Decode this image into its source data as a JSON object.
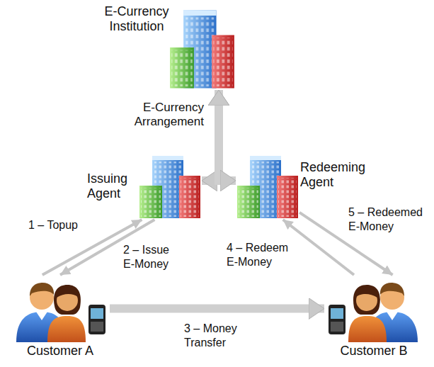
{
  "diagram": {
    "nodes": [
      {
        "text": [
          "E-Currency Institution"
        ]
      },
      {
        "text": [
          "Issuing Agent"
        ]
      },
      {
        "text": [
          "Redeeming Agent"
        ]
      },
      {
        "text": [
          "Customer A"
        ]
      },
      {
        "text": [
          "Customer B"
        ]
      }
    ],
    "edges": [
      {
        "from": 0,
        "to": 1,
        "arrow": "both",
        "label": "E-Currency Arrangement"
      },
      {
        "from": 0,
        "to": 2,
        "arrow": "both"
      },
      {
        "from": 3,
        "to": 1,
        "arrow": "to",
        "label": "1 – Topup"
      },
      {
        "from": 1,
        "to": 3,
        "arrow": "to",
        "label": "2 – Issue E-Money"
      },
      {
        "from": 3,
        "to": 4,
        "arrow": "to",
        "label": "3 – Money Transfer"
      },
      {
        "from": 4,
        "to": 2,
        "arrow": "to",
        "label": "4 – Redeem E-Money"
      },
      {
        "from": 2,
        "to": 4,
        "arrow": "to",
        "label": "5 – Redeemed E-Money"
      }
    ]
  }
}
